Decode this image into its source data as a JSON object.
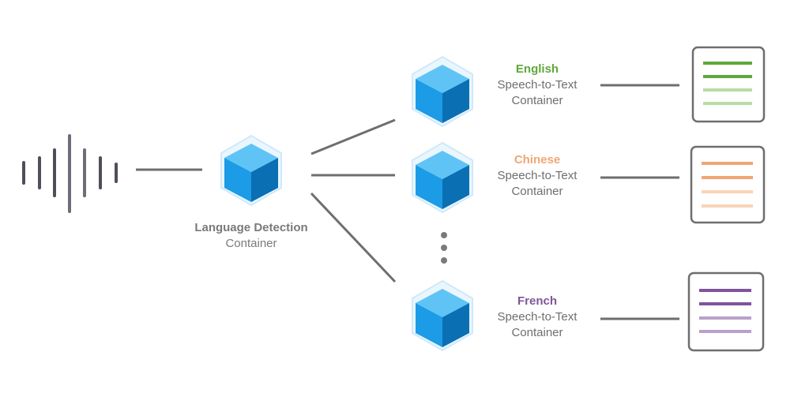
{
  "detector": {
    "title": "Language Detection",
    "subtitle": "Container"
  },
  "branches": [
    {
      "language": "English",
      "line1": "Speech-to-Text",
      "line2": "Container",
      "color": "#5fa83a",
      "light": "#b9dca3"
    },
    {
      "language": "Chinese",
      "line1": "Speech-to-Text",
      "line2": "Container",
      "color": "#f0a672",
      "light": "#f8d4b8"
    },
    {
      "language": "French",
      "line1": "Speech-to-Text",
      "line2": "Container",
      "color": "#7f559b",
      "light": "#b9a1cc"
    }
  ],
  "colors": {
    "connector": "#6e6e6e",
    "audio_wave": "#4f4f5a",
    "cube_top": "#5fc4f5",
    "cube_left": "#1c9be6",
    "cube_right": "#0a6fb3",
    "hex_glow": "#cfe9fb"
  },
  "icons": [
    "audio-wave-icon",
    "cube-icon",
    "document-icon",
    "ellipsis-dots-icon"
  ]
}
